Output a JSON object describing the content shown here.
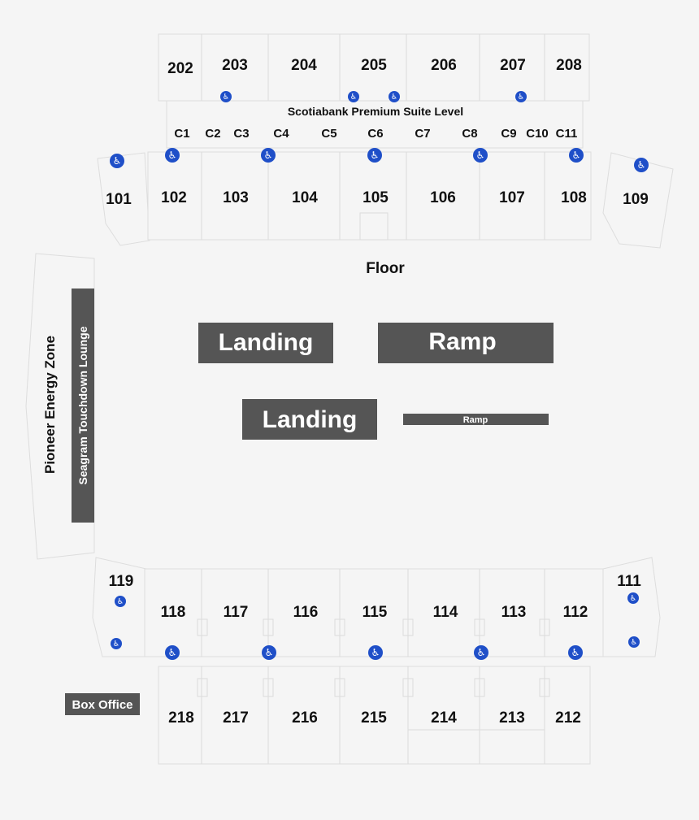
{
  "map": {
    "suite_level_label": "Scotiabank Premium Suite Level",
    "floor_label": "Floor",
    "left_zone_label": "Pioneer Energy Zone",
    "lounge_label": "Seagram Touchdown Lounge",
    "box_office_label": "Box Office",
    "stage": {
      "landing_upper": "Landing",
      "ramp_upper": "Ramp",
      "landing_lower": "Landing",
      "ramp_lower": "Ramp"
    },
    "upper_sections": [
      "202",
      "203",
      "204",
      "205",
      "206",
      "207",
      "208"
    ],
    "suites": [
      "C1",
      "C2",
      "C3",
      "C4",
      "C5",
      "C6",
      "C7",
      "C8",
      "C9",
      "C10",
      "C11"
    ],
    "lower_north": [
      "101",
      "102",
      "103",
      "104",
      "105",
      "106",
      "107",
      "108",
      "109"
    ],
    "lower_south": [
      "119",
      "118",
      "117",
      "116",
      "115",
      "114",
      "113",
      "112",
      "111"
    ],
    "upper_south": [
      "218",
      "217",
      "216",
      "215",
      "214",
      "213",
      "212"
    ],
    "accessibility_icon": "wheelchair-icon",
    "colors": {
      "accessibility": "#1f4fc8",
      "block_fill": "#555555",
      "background": "#f5f5f5"
    }
  }
}
